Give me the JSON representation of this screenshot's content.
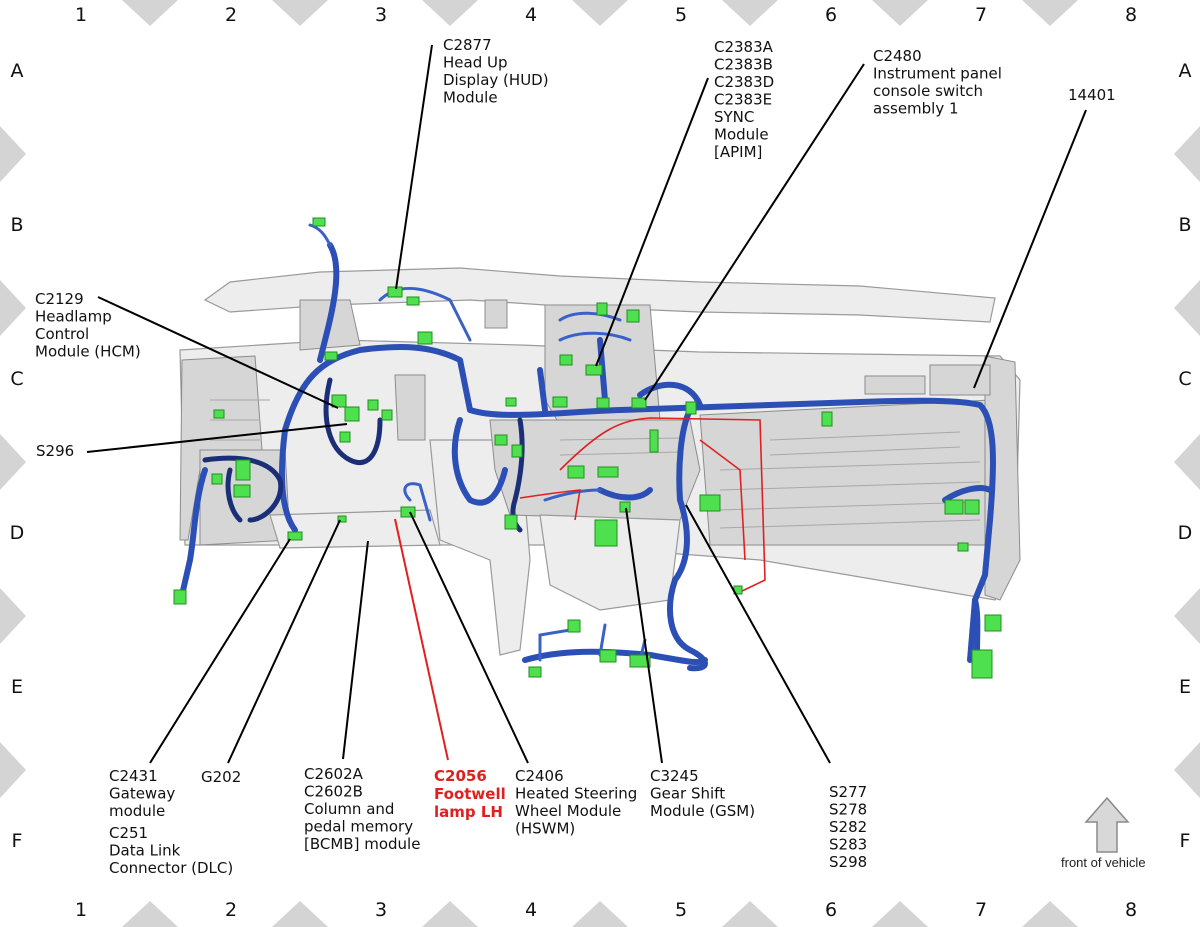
{
  "grid": {
    "columns": [
      "1",
      "2",
      "3",
      "4",
      "5",
      "6",
      "7",
      "8"
    ],
    "rows": [
      "A",
      "B",
      "C",
      "D",
      "E",
      "F"
    ]
  },
  "callouts": {
    "c2877": [
      "C2877",
      "Head Up",
      "Display (HUD)",
      "Module"
    ],
    "c2383": [
      "C2383A",
      "C2383B",
      "C2383D",
      "C2383E",
      "SYNC",
      "Module",
      "[APIM]"
    ],
    "c2480": [
      "C2480",
      "Instrument panel",
      "console switch",
      "assembly 1"
    ],
    "n14401": [
      "14401"
    ],
    "c2129": [
      "C2129",
      "Headlamp",
      "Control",
      "Module (HCM)"
    ],
    "s296": [
      "S296"
    ],
    "c2431": [
      "C2431",
      "Gateway",
      "module"
    ],
    "c251": [
      "C251",
      "Data Link",
      "Connector (DLC)"
    ],
    "g202": [
      "G202"
    ],
    "c2602": [
      "C2602A",
      "C2602B",
      "Column and",
      "pedal memory",
      "[BCMB] module"
    ],
    "c2056": [
      "C2056",
      "Footwell",
      "lamp LH"
    ],
    "c2406": [
      "C2406",
      "Heated Steering",
      "Wheel Module",
      "(HSWM)"
    ],
    "c3245": [
      "C3245",
      "Gear Shift",
      "Module (GSM)"
    ],
    "splices": [
      "S277",
      "S278",
      "S282",
      "S283",
      "S298"
    ]
  },
  "orientation": {
    "label": "front of vehicle",
    "arrow_icon": "up-arrow-icon"
  },
  "colors": {
    "harness": "#2c4fb5",
    "connector": "#4ee04e",
    "highlight": "#e0201e",
    "border_triangle": "#d4d4d4"
  }
}
